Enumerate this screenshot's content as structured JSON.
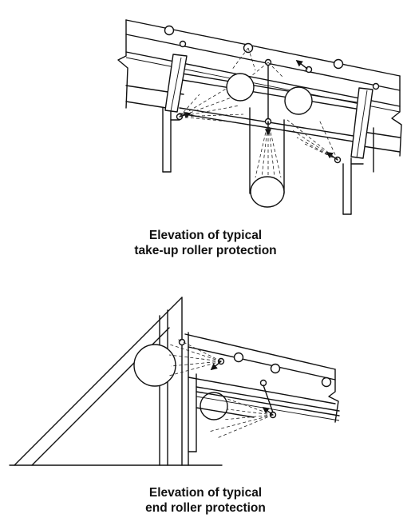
{
  "captions": {
    "take_up": [
      "Elevation of typical",
      "take-up roller protection"
    ],
    "end": [
      "Elevation of typical",
      "end roller protection"
    ]
  },
  "colors": {
    "line": "#111111",
    "background": "#ffffff"
  }
}
